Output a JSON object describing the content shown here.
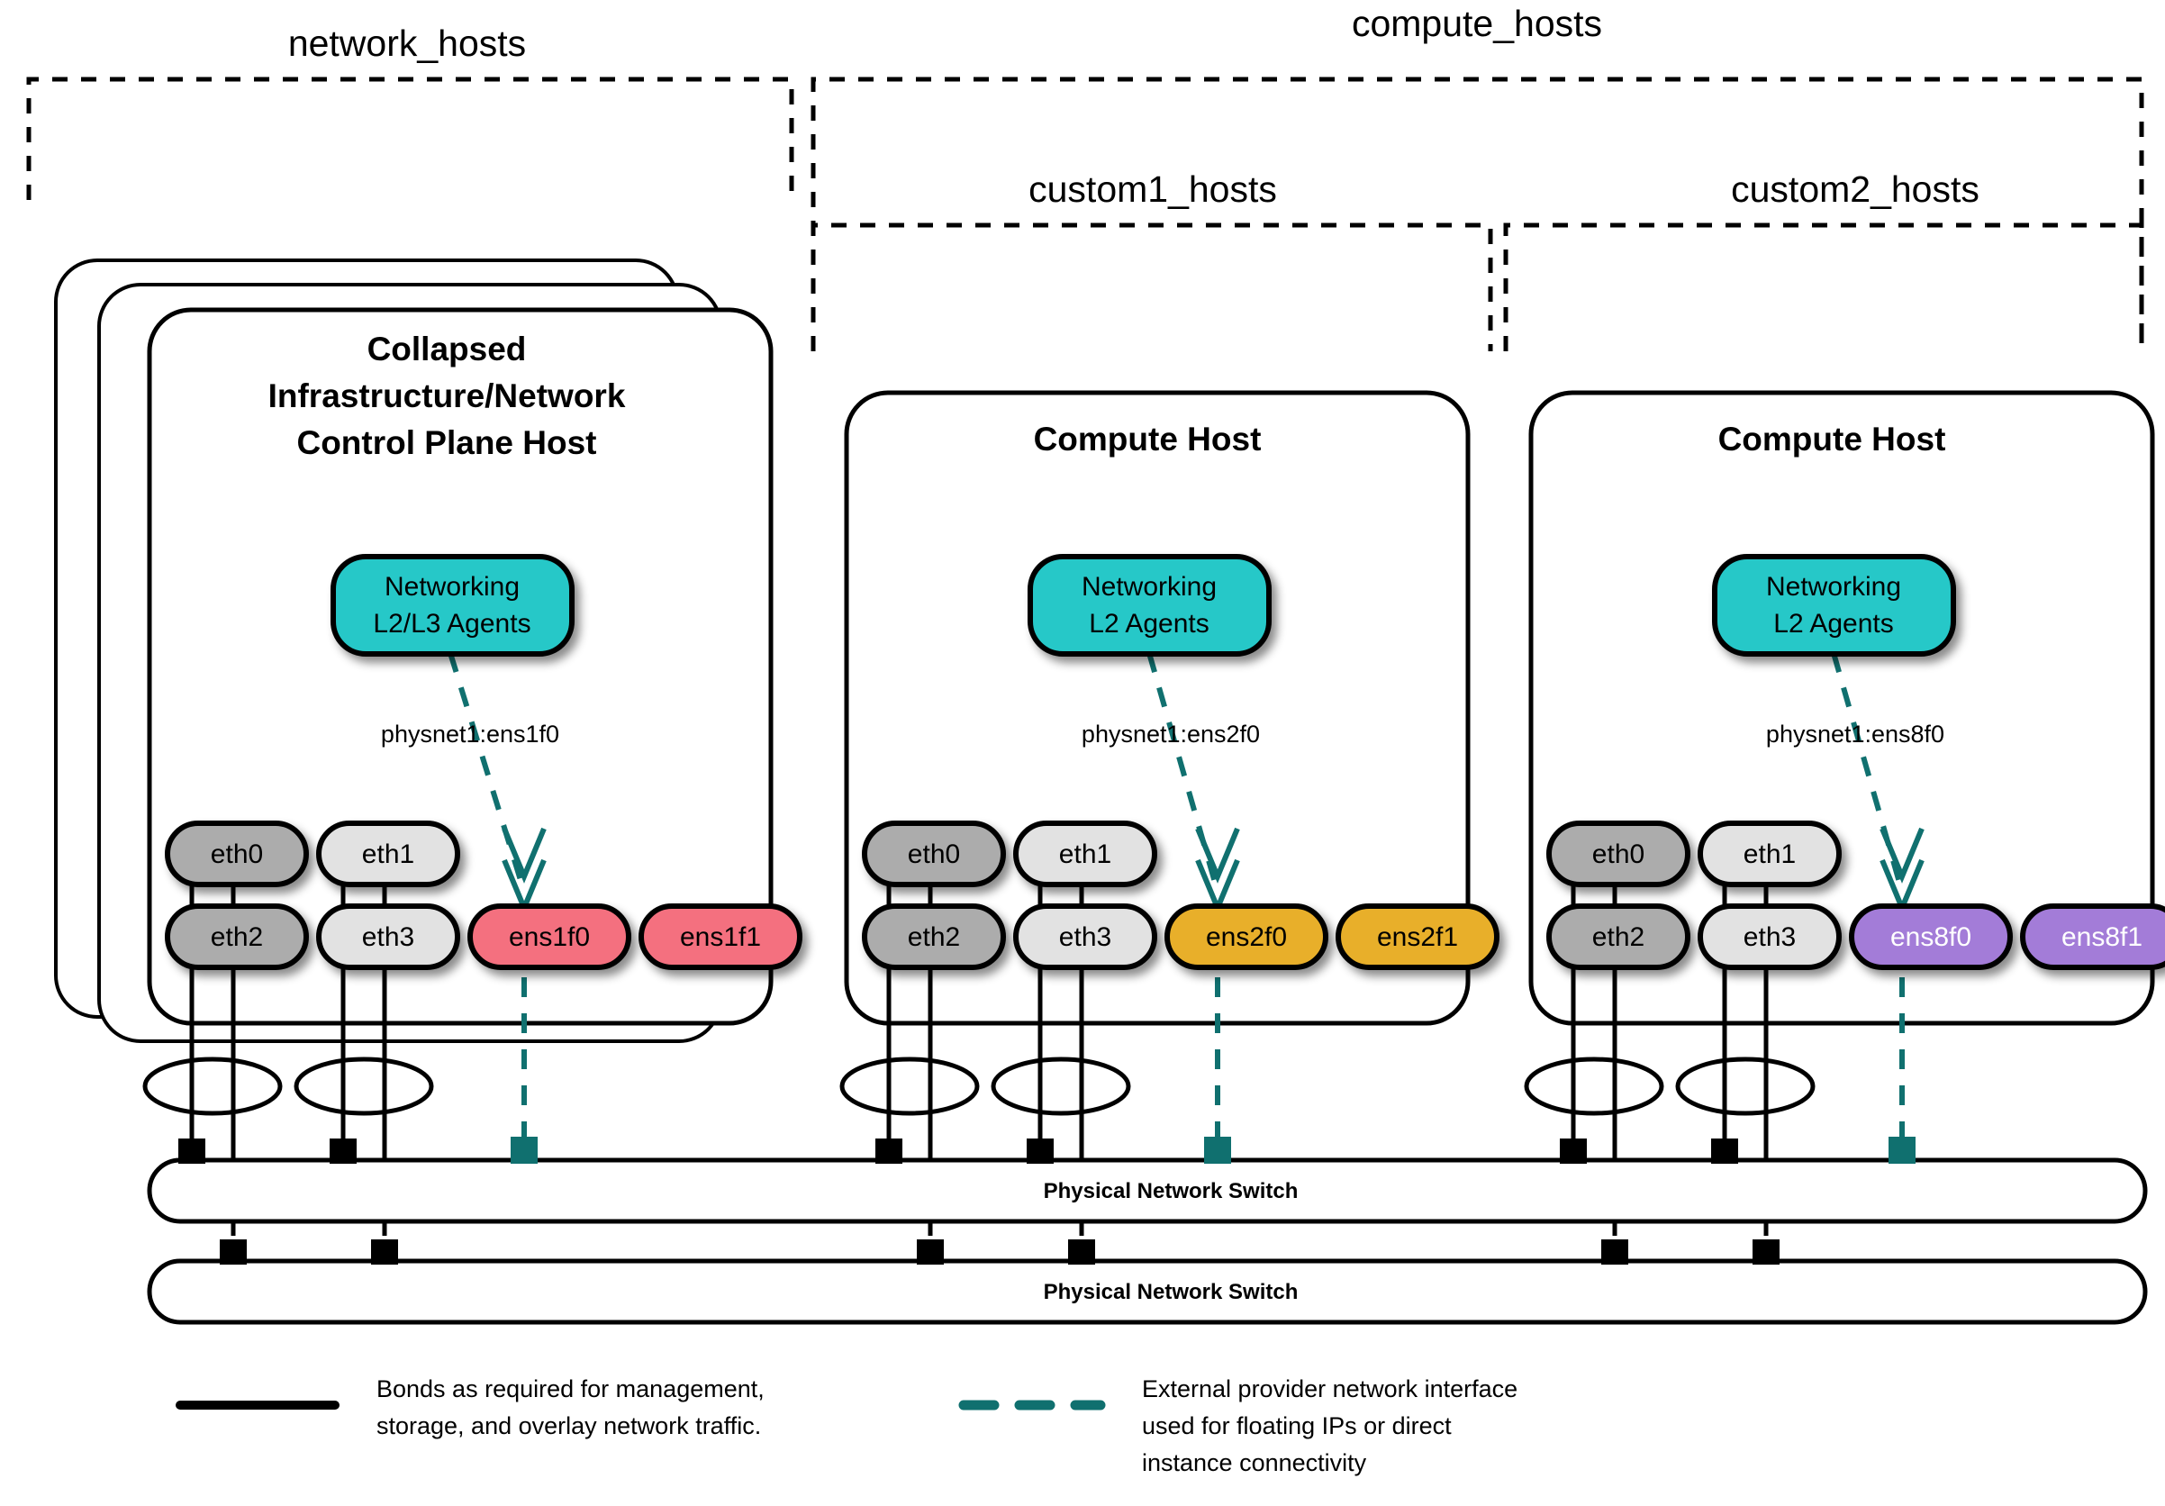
{
  "groups": [
    {
      "key": "network_hosts",
      "label": "network_hosts"
    },
    {
      "key": "compute_hosts",
      "label": "compute_hosts"
    },
    {
      "key": "custom1_hosts",
      "label": "custom1_hosts"
    },
    {
      "key": "custom2_hosts",
      "label": "custom2_hosts"
    }
  ],
  "hosts": [
    {
      "id": "control-plane-host",
      "title_lines": [
        "Collapsed",
        "Infrastructure/Network",
        "Control Plane Host"
      ],
      "stacked": true,
      "agent": {
        "lines": [
          "Networking",
          "L2/L3 Agents"
        ],
        "color": "#27C8C8"
      },
      "physnet_label": "physnet1:ens1f0",
      "nics": [
        {
          "name": "eth0",
          "color": "#ACACAC",
          "text": "dark"
        },
        {
          "name": "eth1",
          "color": "#E2E2E2",
          "text": "dark"
        },
        {
          "name": "eth2",
          "color": "#ACACAC",
          "text": "dark"
        },
        {
          "name": "eth3",
          "color": "#E2E2E2",
          "text": "dark"
        },
        {
          "name": "ens1f0",
          "color": "#F4707F",
          "text": "dark"
        },
        {
          "name": "ens1f1",
          "color": "#F4707F",
          "text": "dark"
        }
      ]
    },
    {
      "id": "compute-host-1",
      "title_lines": [
        "Compute Host"
      ],
      "stacked": false,
      "agent": {
        "lines": [
          "Networking",
          "L2 Agents"
        ],
        "color": "#27C8C8"
      },
      "physnet_label": "physnet1:ens2f0",
      "nics": [
        {
          "name": "eth0",
          "color": "#ACACAC",
          "text": "dark"
        },
        {
          "name": "eth1",
          "color": "#E2E2E2",
          "text": "dark"
        },
        {
          "name": "eth2",
          "color": "#ACACAC",
          "text": "dark"
        },
        {
          "name": "eth3",
          "color": "#E2E2E2",
          "text": "dark"
        },
        {
          "name": "ens2f0",
          "color": "#E8AF2A",
          "text": "dark"
        },
        {
          "name": "ens2f1",
          "color": "#E8AF2A",
          "text": "dark"
        }
      ]
    },
    {
      "id": "compute-host-2",
      "title_lines": [
        "Compute Host"
      ],
      "stacked": false,
      "agent": {
        "lines": [
          "Networking",
          "L2 Agents"
        ],
        "color": "#27C8C8"
      },
      "physnet_label": "physnet1:ens8f0",
      "nics": [
        {
          "name": "eth0",
          "color": "#ACACAC",
          "text": "dark"
        },
        {
          "name": "eth1",
          "color": "#E2E2E2",
          "text": "dark"
        },
        {
          "name": "eth2",
          "color": "#ACACAC",
          "text": "dark"
        },
        {
          "name": "eth3",
          "color": "#E2E2E2",
          "text": "dark"
        },
        {
          "name": "ens8f0",
          "color": "#A37BD8",
          "text": "light"
        },
        {
          "name": "ens8f1",
          "color": "#A37BD8",
          "text": "light"
        }
      ]
    }
  ],
  "switches": [
    {
      "id": "switch-top",
      "label": "Physical Network Switch"
    },
    {
      "id": "switch-bottom",
      "label": "Physical Network Switch"
    }
  ],
  "legend": [
    {
      "id": "legend-bond",
      "style": "solid",
      "color": "#000000",
      "lines": [
        "Bonds as required for management,",
        "storage, and overlay network traffic."
      ]
    },
    {
      "id": "legend-provider",
      "style": "dashed",
      "color": "#10706F",
      "lines": [
        "External provider network interface",
        "used for floating IPs or direct",
        "instance connectivity"
      ]
    }
  ],
  "colors": {
    "teal_accent": "#10706F",
    "agent_fill": "#27C8C8",
    "nic_dark_gray": "#ACACAC",
    "nic_light_gray": "#E2E2E2",
    "nic_red": "#F4707F",
    "nic_orange": "#E8AF2A",
    "nic_purple": "#A37BD8",
    "stroke": "#000000"
  }
}
